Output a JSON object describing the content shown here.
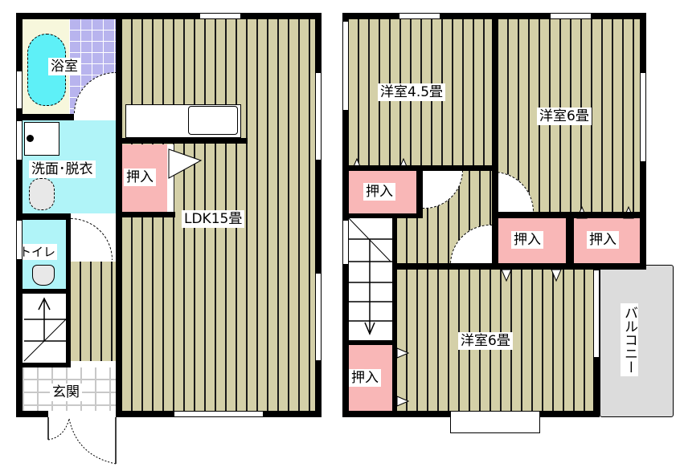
{
  "floor_plan": {
    "colors": {
      "flooring": "#d4d0a8",
      "closet": "#f9b7b7",
      "wet_area": "#b0f4f8",
      "bath_tile": "#b8b4ee",
      "balcony": "#dcdcdc",
      "wall": "#000000"
    },
    "first_floor": {
      "rooms": [
        {
          "id": "bath",
          "label": "浴室"
        },
        {
          "id": "washroom",
          "label": "洗面･脱衣"
        },
        {
          "id": "toilet",
          "label": "トイレ"
        },
        {
          "id": "entrance",
          "label": "玄関"
        },
        {
          "id": "closet",
          "label": "押入"
        },
        {
          "id": "ldk",
          "label": "LDK15畳"
        }
      ]
    },
    "second_floor": {
      "rooms": [
        {
          "id": "western_4_5",
          "label": "洋室4.5畳"
        },
        {
          "id": "western_6_north",
          "label": "洋室6畳"
        },
        {
          "id": "closet_a",
          "label": "押入"
        },
        {
          "id": "closet_b",
          "label": "押入"
        },
        {
          "id": "closet_c",
          "label": "押入"
        },
        {
          "id": "closet_d",
          "label": "押入"
        },
        {
          "id": "western_6_south",
          "label": "洋室6畳"
        },
        {
          "id": "balcony",
          "label": "バルコニー"
        }
      ]
    }
  }
}
